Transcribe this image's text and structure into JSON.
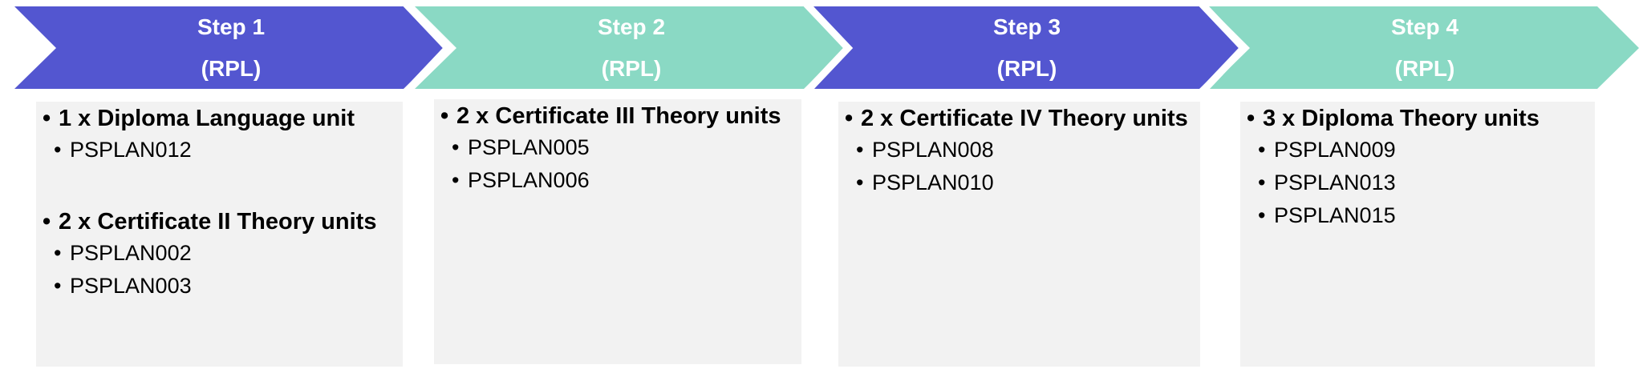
{
  "colors": {
    "purple": "#5356d0",
    "mint": "#8ad9c4",
    "box_bg": "#f2f2f2",
    "text": "#000000",
    "chevron_text": "#ffffff"
  },
  "steps": [
    {
      "title": "Step 1",
      "subtitle": "(RPL)",
      "color": "purple",
      "groups": [
        {
          "heading": "1 x Diploma Language unit",
          "units": [
            "PSPLAN012"
          ]
        },
        {
          "heading": "2 x Certificate II Theory units",
          "units": [
            "PSPLAN002",
            "PSPLAN003"
          ]
        }
      ]
    },
    {
      "title": "Step 2",
      "subtitle": "(RPL)",
      "color": "mint",
      "groups": [
        {
          "heading": "2 x Certificate III Theory units",
          "units": [
            "PSPLAN005",
            "PSPLAN006"
          ]
        }
      ]
    },
    {
      "title": "Step 3",
      "subtitle": "(RPL)",
      "color": "purple",
      "groups": [
        {
          "heading": "2 x Certificate IV Theory units",
          "units": [
            "PSPLAN008",
            "PSPLAN010"
          ]
        }
      ]
    },
    {
      "title": "Step 4",
      "subtitle": "(RPL)",
      "color": "mint",
      "groups": [
        {
          "heading": "3 x Diploma Theory units",
          "units": [
            "PSPLAN009",
            "PSPLAN013",
            "PSPLAN015"
          ]
        }
      ]
    }
  ]
}
